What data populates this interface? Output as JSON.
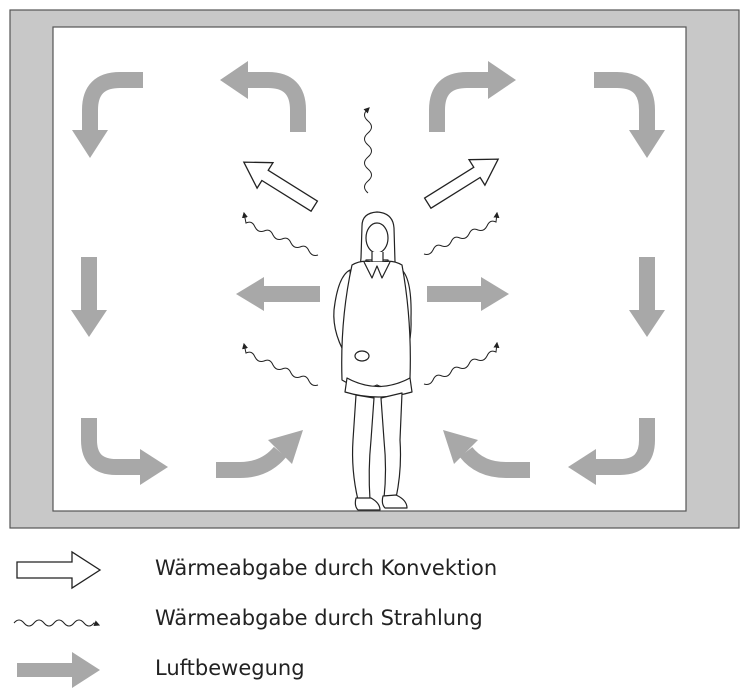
{
  "legend": {
    "convection": "Wärmeabgabe durch Konvektion",
    "radiation": "Wärmeabgabe durch Strahlung",
    "air_movement": "Luftbewegung"
  },
  "colors": {
    "wall": "#c8c8c8",
    "air_arrow": "#a8a8a8",
    "line": "#222222",
    "background": "#ffffff"
  },
  "icons": {
    "convection": "outlined-arrow-icon",
    "radiation": "wavy-arrow-icon",
    "air_movement": "filled-gray-arrow-icon",
    "person": "standing-woman-figure"
  }
}
